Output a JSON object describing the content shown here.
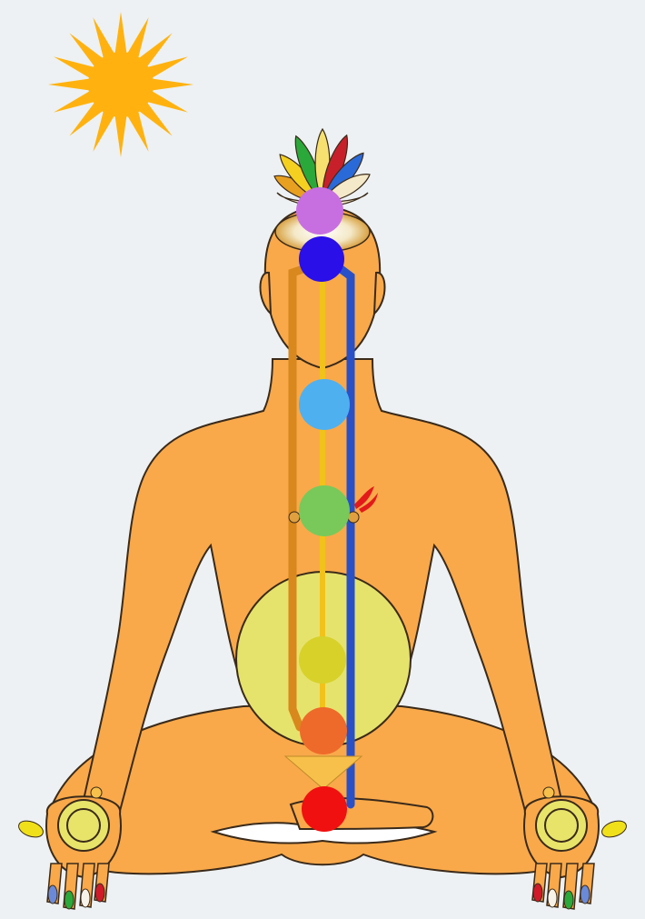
{
  "colors": {
    "background": "#edf1f3",
    "skin": "#f9a94a",
    "outline": "#3a2a1a",
    "sun": "#ffb20f",
    "moon": "#5aa8f4",
    "solar_plexus_disc": "#e6e36c",
    "pingala_channel": "#d8881c",
    "ida_channel": "#2a50c8",
    "sushumna_channel": "#f2c21a",
    "ring": "#e8e46a"
  },
  "icons": {
    "sun": "sun-icon",
    "moon": "crescent-moon-icon",
    "lotus": "lotus-icon"
  },
  "chakras": [
    {
      "name": "crown",
      "color": "#c76fe0"
    },
    {
      "name": "third-eye",
      "color": "#2a0fe8"
    },
    {
      "name": "throat",
      "color": "#4fb0f0"
    },
    {
      "name": "heart",
      "color": "#78c95a"
    },
    {
      "name": "solar-plexus",
      "color": "#d7d12a"
    },
    {
      "name": "sacral",
      "color": "#ee6a2a"
    },
    {
      "name": "root",
      "color": "#f01010"
    }
  ],
  "lotus_petals": [
    "#e8a020",
    "#f4d020",
    "#2aa83a",
    "#f6e070",
    "#c8202a",
    "#2a6ad8",
    "#f4e9c8"
  ],
  "finger_colors": {
    "thumb": "#f0e01a",
    "index": "#6a8ad8",
    "middle": "#2aa83a",
    "ring": "#f6f2ea",
    "little": "#d01a2a"
  }
}
